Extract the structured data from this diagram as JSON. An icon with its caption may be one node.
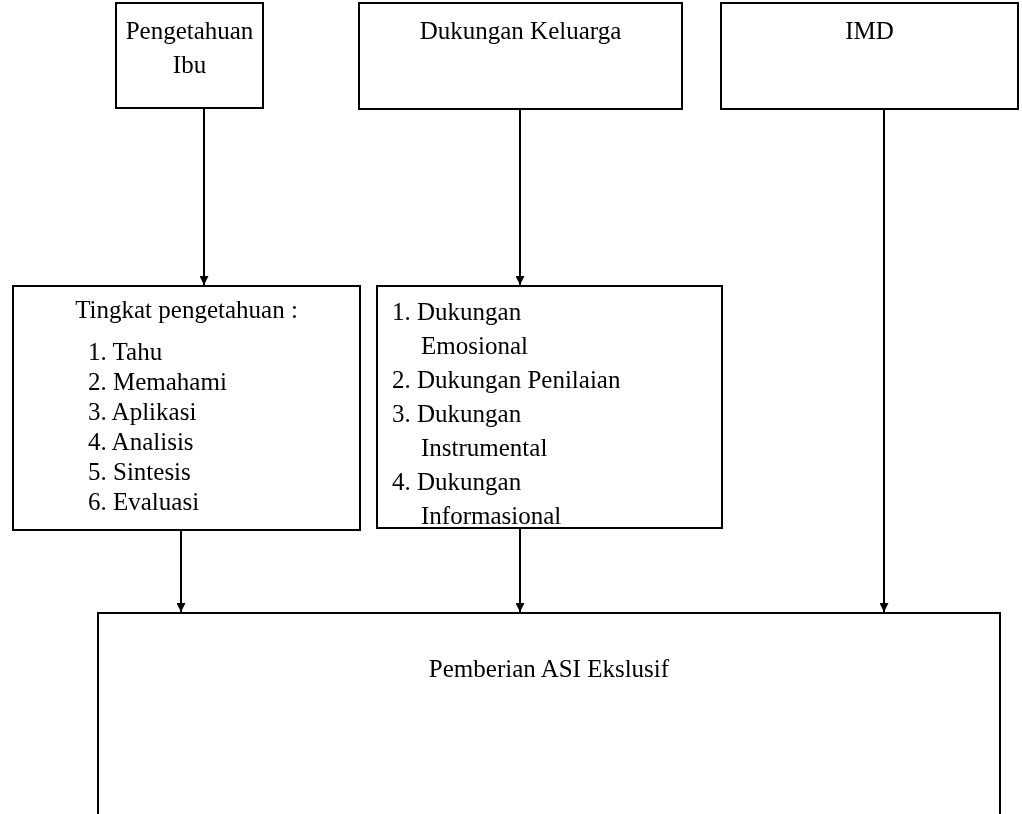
{
  "diagram": {
    "nodes": [
      {
        "text": [
          "Pengetahuan Ibu"
        ]
      },
      {
        "text": [
          "Dukungan Keluarga"
        ]
      },
      {
        "text": [
          "IMD"
        ]
      },
      {
        "text": [
          "Tingkat pengetahuan :",
          "1. Tahu",
          "2. Memahami",
          "3. Aplikasi",
          "4. Analisis",
          "5. Sintesis",
          "6. Evaluasi"
        ]
      },
      {
        "text": [
          "1. Dukungan Emosional",
          "2. Dukungan Penilaian",
          "3. Dukungan Instrumental",
          "4. Dukungan Informasional"
        ]
      },
      {
        "text": [
          "Pemberian ASI Ekslusif"
        ]
      }
    ],
    "edges": [
      {
        "from": 0,
        "to": 3,
        "arrow": "to"
      },
      {
        "from": 1,
        "to": 4,
        "arrow": "to"
      },
      {
        "from": 3,
        "to": 5,
        "arrow": "to"
      },
      {
        "from": 4,
        "to": 5,
        "arrow": "to"
      },
      {
        "from": 2,
        "to": 5,
        "arrow": "to"
      }
    ]
  }
}
